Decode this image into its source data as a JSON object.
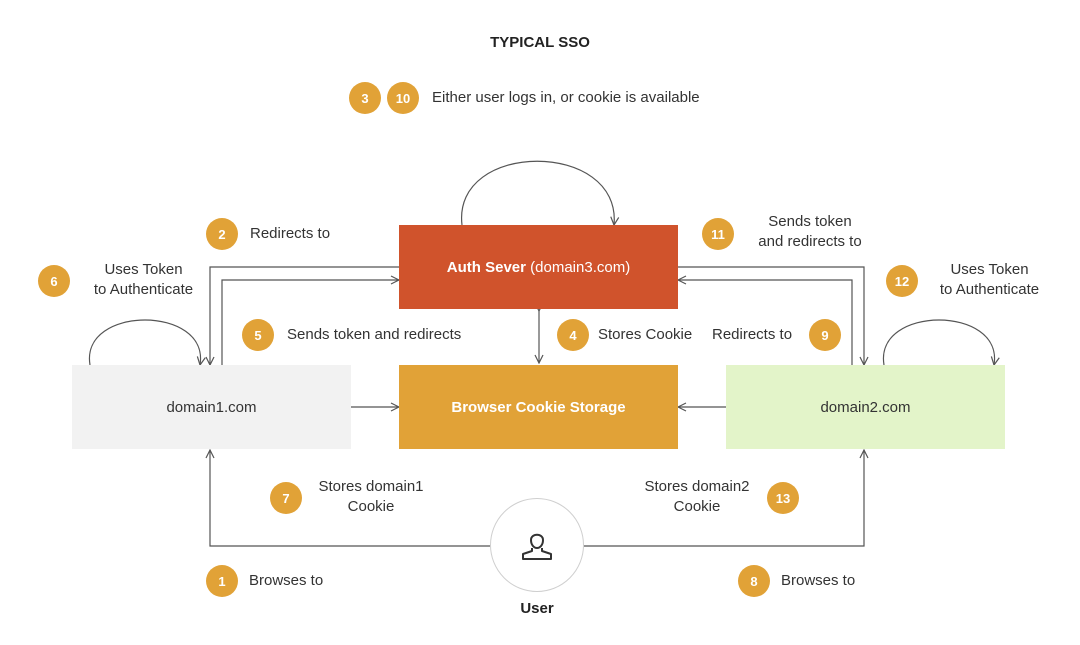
{
  "title": "TYPICAL SSO",
  "nodes": {
    "auth_server": {
      "label_bold": "Auth Sever",
      "label_rest": "(domain3.com)"
    },
    "cookie_storage": {
      "label": "Browser Cookie Storage"
    },
    "domain1": {
      "label": "domain1.com"
    },
    "domain2": {
      "label": "domain2.com"
    },
    "user": {
      "label": "User",
      "icon": "user-icon"
    }
  },
  "steps": [
    {
      "badges": [
        "3",
        "10"
      ],
      "text": "Either user logs in, or cookie is available"
    },
    {
      "badges": [
        "2"
      ],
      "text": "Redirects to"
    },
    {
      "badges": [
        "11"
      ],
      "line1": "Sends token",
      "line2": "and redirects to"
    },
    {
      "badges": [
        "6"
      ],
      "line1": "Uses Token",
      "line2": "to Authenticate"
    },
    {
      "badges": [
        "12"
      ],
      "line1": "Uses Token",
      "line2": "to Authenticate"
    },
    {
      "badges": [
        "5"
      ],
      "text": "Sends token and redirects"
    },
    {
      "badges": [
        "4"
      ],
      "text": "Stores Cookie"
    },
    {
      "badges": [
        "9"
      ],
      "text": "Redirects to"
    },
    {
      "badges": [
        "7"
      ],
      "line1": "Stores domain1",
      "line2": "Cookie"
    },
    {
      "badges": [
        "13"
      ],
      "line1": "Stores domain2",
      "line2": "Cookie"
    },
    {
      "badges": [
        "1"
      ],
      "text": "Browses to"
    },
    {
      "badges": [
        "8"
      ],
      "text": "Browses to"
    }
  ],
  "colors": {
    "auth_box": "#d0532c",
    "cookie_box": "#e1a237",
    "domain1_box": "#f2f2f2",
    "domain2_box": "#e3f4c9",
    "badge": "#e1a237",
    "line": "#555555"
  }
}
